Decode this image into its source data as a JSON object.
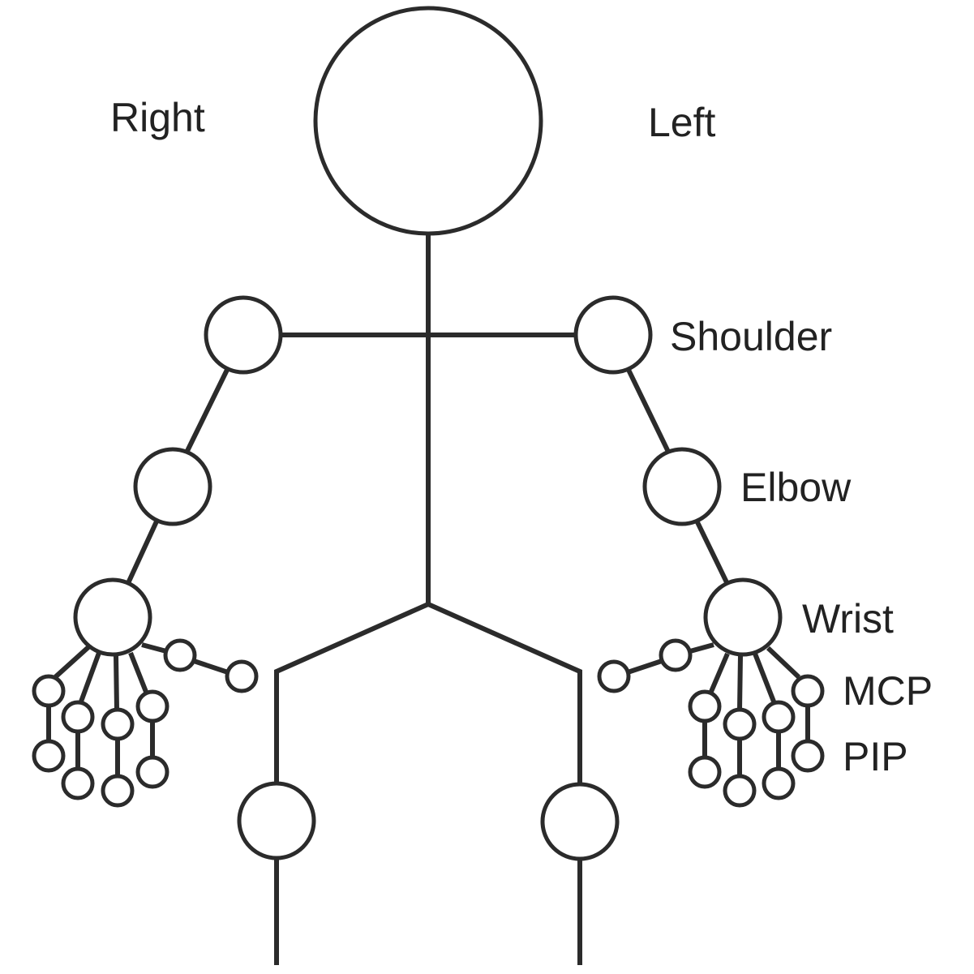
{
  "labels": {
    "side_right": "Right",
    "side_left": "Left",
    "shoulder": "Shoulder",
    "elbow": "Elbow",
    "wrist": "Wrist",
    "mcp": "MCP",
    "pip": "PIP"
  },
  "colors": {
    "line": "#2b2b2b",
    "text": "#222222",
    "background": "#ffffff"
  }
}
